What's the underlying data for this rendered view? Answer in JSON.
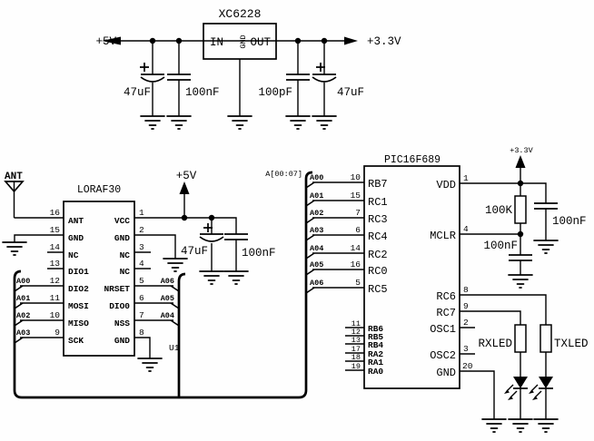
{
  "colors": {
    "ink": "#000000",
    "bg": "#fefefe"
  },
  "regulator": {
    "title": "XC6228",
    "pin_in": "IN",
    "pin_gnd": "GND",
    "pin_out": "OUT",
    "rail_in": "+5V",
    "rail_out": "+3.3V",
    "cap_in_bulk": "47uF",
    "cap_in_hf": "100nF",
    "cap_out_hf": "100pF",
    "cap_out_bulk": "47uF"
  },
  "lora": {
    "title": "LORAF30",
    "designator": "U1",
    "antenna": "ANT",
    "rail": "+5V",
    "cap_bulk": "47uF",
    "cap_hf": "100nF",
    "left_pins": [
      {
        "num": "16",
        "name": "ANT"
      },
      {
        "num": "15",
        "name": "GND"
      },
      {
        "num": "14",
        "name": "NC"
      },
      {
        "num": "13",
        "name": "DIO1"
      },
      {
        "num": "12",
        "name": "DIO2",
        "net": "A00"
      },
      {
        "num": "11",
        "name": "MOSI",
        "net": "A01"
      },
      {
        "num": "10",
        "name": "MISO",
        "net": "A02"
      },
      {
        "num": "9",
        "name": "SCK",
        "net": "A03"
      }
    ],
    "right_pins": [
      {
        "num": "1",
        "name": "VCC"
      },
      {
        "num": "2",
        "name": "GND"
      },
      {
        "num": "3",
        "name": "NC"
      },
      {
        "num": "4",
        "name": "NC"
      },
      {
        "num": "5",
        "name": "NRSET",
        "net": "A06"
      },
      {
        "num": "6",
        "name": "DIO0",
        "net": "A05"
      },
      {
        "num": "7",
        "name": "NSS",
        "net": "A04"
      },
      {
        "num": "8",
        "name": "GND"
      }
    ]
  },
  "bus": {
    "label": "A[00:07]"
  },
  "mcu": {
    "title": "PIC16F689",
    "rail": "+3.3V",
    "pullup": "100K",
    "cap_vdd": "100nF",
    "cap_mclr": "100nF",
    "rx_led": "RXLED",
    "tx_led": "TXLED",
    "bus_pins": [
      {
        "net": "A00",
        "num": "10",
        "name": "RB7"
      },
      {
        "net": "A01",
        "num": "15",
        "name": "RC1"
      },
      {
        "net": "A02",
        "num": "7",
        "name": "RC3"
      },
      {
        "net": "A03",
        "num": "6",
        "name": "RC4"
      },
      {
        "net": "A04",
        "num": "14",
        "name": "RC2"
      },
      {
        "net": "A05",
        "num": "16",
        "name": "RC0"
      },
      {
        "net": "A06",
        "num": "5",
        "name": "RC5"
      }
    ],
    "aux_pins": [
      {
        "num": "11",
        "name": "RB6"
      },
      {
        "num": "12",
        "name": "RB5"
      },
      {
        "num": "13",
        "name": "RB4"
      },
      {
        "num": "17",
        "name": "RA2"
      },
      {
        "num": "18",
        "name": "RA1"
      },
      {
        "num": "19",
        "name": "RA0"
      }
    ],
    "right_pins": [
      {
        "num": "1",
        "name": "VDD"
      },
      {
        "num": "4",
        "name": "MCLR"
      },
      {
        "num": "8",
        "name": "RC6"
      },
      {
        "num": "9",
        "name": "RC7"
      },
      {
        "num": "2",
        "name": "OSC1"
      },
      {
        "num": "3",
        "name": "OSC2"
      },
      {
        "num": "20",
        "name": "GND"
      }
    ]
  }
}
